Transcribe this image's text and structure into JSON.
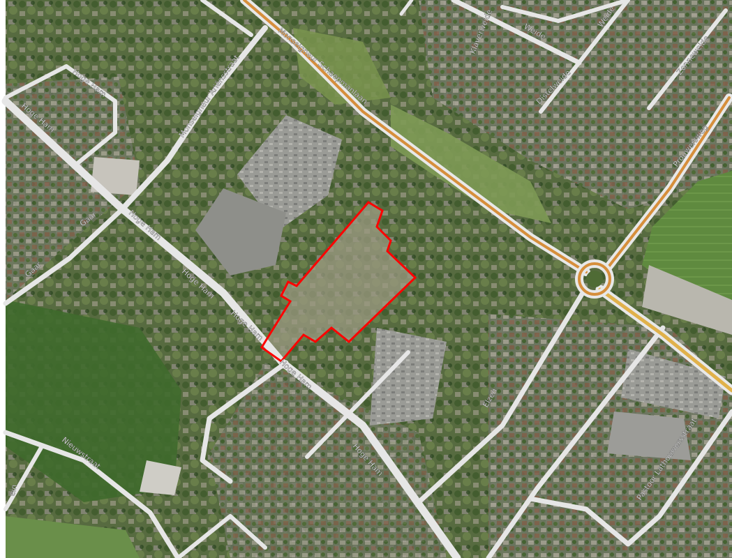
{
  "map": {
    "kind": "aerial photo with street overlay",
    "colors": {
      "background_edge": "#ffffff",
      "vegetation_dark": "#3b5a2b",
      "vegetation_light": "#6f8a4c",
      "roof_gray": "#8c8c86",
      "street_fill": "#e9e9e9",
      "main_road": "#d9963f",
      "parcel_outline": "#ff0000",
      "label_color": "#ffffff"
    },
    "streets": [
      {
        "id": "monseigneur-schaepmanlaan",
        "label": "Monseigneur Schaepmanlaan"
      },
      {
        "id": "monseigneur-ariensstraat",
        "label": "Monseigneur Ariënsstraat"
      },
      {
        "id": "hoge-ham-1",
        "label": "Hoge Ham"
      },
      {
        "id": "hoge-ham-2",
        "label": "Hoge Ham"
      },
      {
        "id": "hoge-ham-3",
        "label": "Hoge Ham"
      },
      {
        "id": "hoge-ham-4",
        "label": "Hoge Ham"
      },
      {
        "id": "hoge-ham-5",
        "label": "Hoge Ham"
      },
      {
        "id": "hoge-ham-6",
        "label": "Hoge Ham"
      },
      {
        "id": "hoge-ham-7",
        "label": "Hoge Ham"
      },
      {
        "id": "gaar-1",
        "label": "Gaar"
      },
      {
        "id": "gaar-2",
        "label": "Gaar"
      },
      {
        "id": "klaverweide",
        "label": "Klaverweide"
      },
      {
        "id": "weide",
        "label": "Weide"
      },
      {
        "id": "weide-2",
        "label": "Weide"
      },
      {
        "id": "distelweide",
        "label": "Distelweide"
      },
      {
        "id": "zonneweide",
        "label": "Zonneweide"
      },
      {
        "id": "prouwersweg",
        "label": "Prouwersweg"
      },
      {
        "id": "elzen",
        "label": "Elzen"
      },
      {
        "id": "nieuwstraat",
        "label": "Nieuwstraat"
      },
      {
        "id": "pastoor-lathouwersstraat",
        "label": "Pastoor Lathouwersstraat"
      },
      {
        "id": "hein-fragment",
        "label": "ein"
      }
    ],
    "parcel": {
      "outline_color": "#ff0000"
    }
  }
}
